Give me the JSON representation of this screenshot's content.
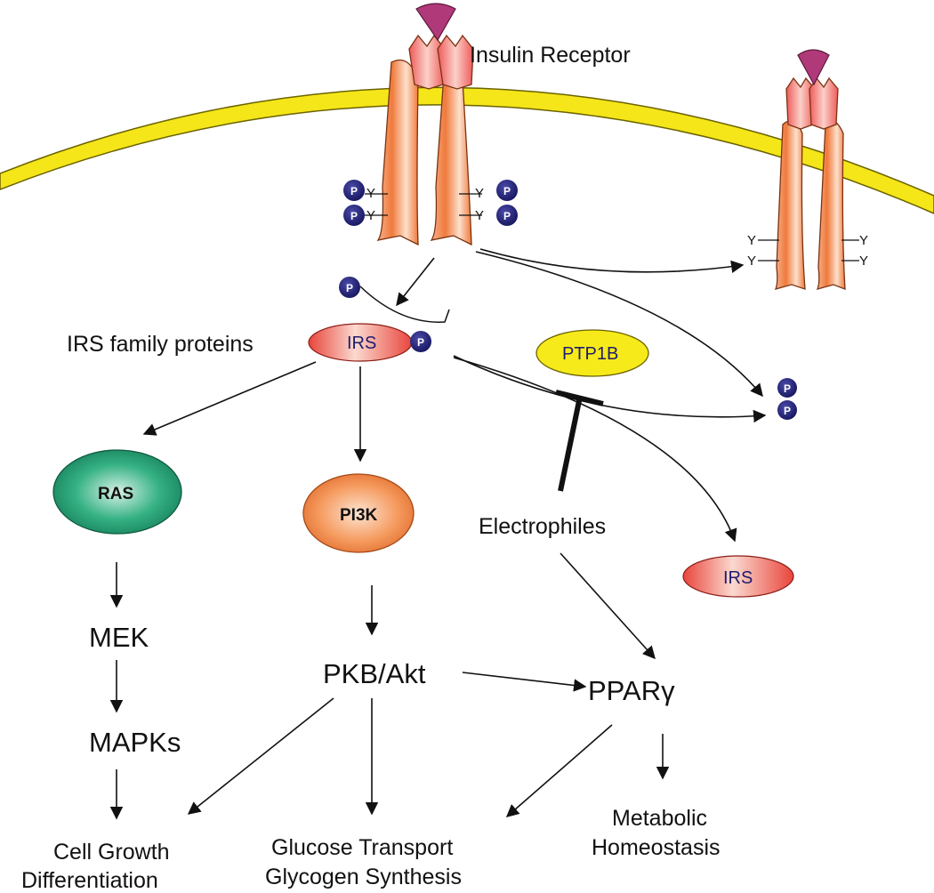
{
  "receptor_label": "Insulin Receptor",
  "irs_family_label": "IRS family proteins",
  "nodes": {
    "irs": "IRS",
    "irs_free": "IRS",
    "ptp1b": "PTP1B",
    "ras": "RAS",
    "pi3k": "PI3K"
  },
  "electrophiles": "Electrophiles",
  "mek": "MEK",
  "mapks": "MAPKs",
  "pkb": "PKB/Akt",
  "ppar": "PPARγ",
  "outcomes": {
    "cell_line1": "Cell Growth",
    "cell_line2": "Differentiation",
    "glucose_line1": "Glucose Transport",
    "glucose_line2": "Glycogen Synthesis",
    "metabolic_line1": "Metabolic",
    "metabolic_line2": "Homeostasis"
  },
  "phospho": "P",
  "tyrosine": "Y",
  "colors": {
    "membrane": "#f5e61a",
    "receptor": "#f28a4c",
    "insulin": "#b0397a",
    "ras": "#1d9c6c",
    "pi3k": "#f28a4c",
    "irs": "#e8453c",
    "ptp1b": "#f6ea1a",
    "phosphate": "#1f1f7a"
  }
}
